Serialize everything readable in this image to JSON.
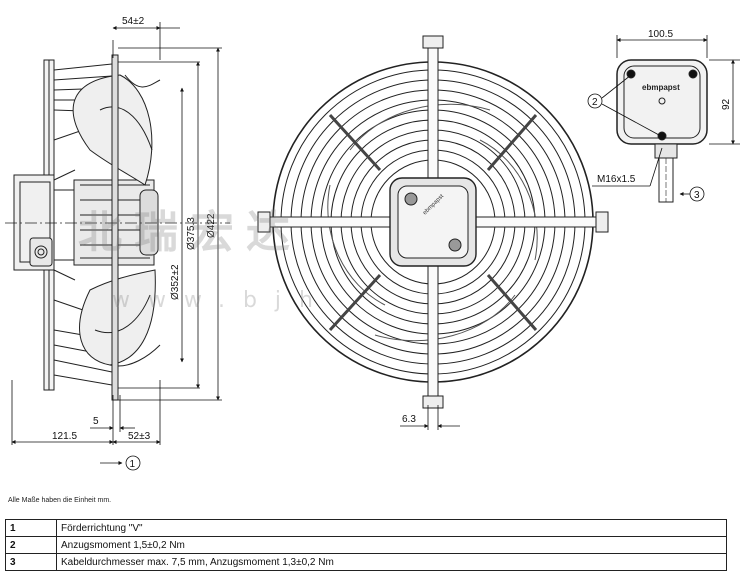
{
  "side_view": {
    "dims": {
      "d54": "54±2",
      "d375": "Ø375.3",
      "d422": "Ø422",
      "d352": "Ø352±2",
      "d5": "5",
      "d121": "121.5",
      "d52": "52±3"
    },
    "marker": "1"
  },
  "front_view": {
    "dims": {
      "d63": "6.3"
    },
    "brand": "ebmpapst"
  },
  "box_view": {
    "dims": {
      "d100": "100.5",
      "d92": "92",
      "thread": "M16x1.5"
    },
    "markers": {
      "m2": "2",
      "m3": "3"
    },
    "brand": "ebmpapst"
  },
  "watermark": {
    "cn": "北瑞宏达",
    "url": "www.bjh"
  },
  "note": "Alle Maße haben die Einheit mm.",
  "legend": [
    {
      "num": "1",
      "text": "Förderrichtung \"V\""
    },
    {
      "num": "2",
      "text": "Anzugsmoment 1,5±0,2 Nm"
    },
    {
      "num": "3",
      "text": "Kabeldurchmesser max. 7,5 mm, Anzugsmoment 1,3±0,2 Nm"
    }
  ]
}
